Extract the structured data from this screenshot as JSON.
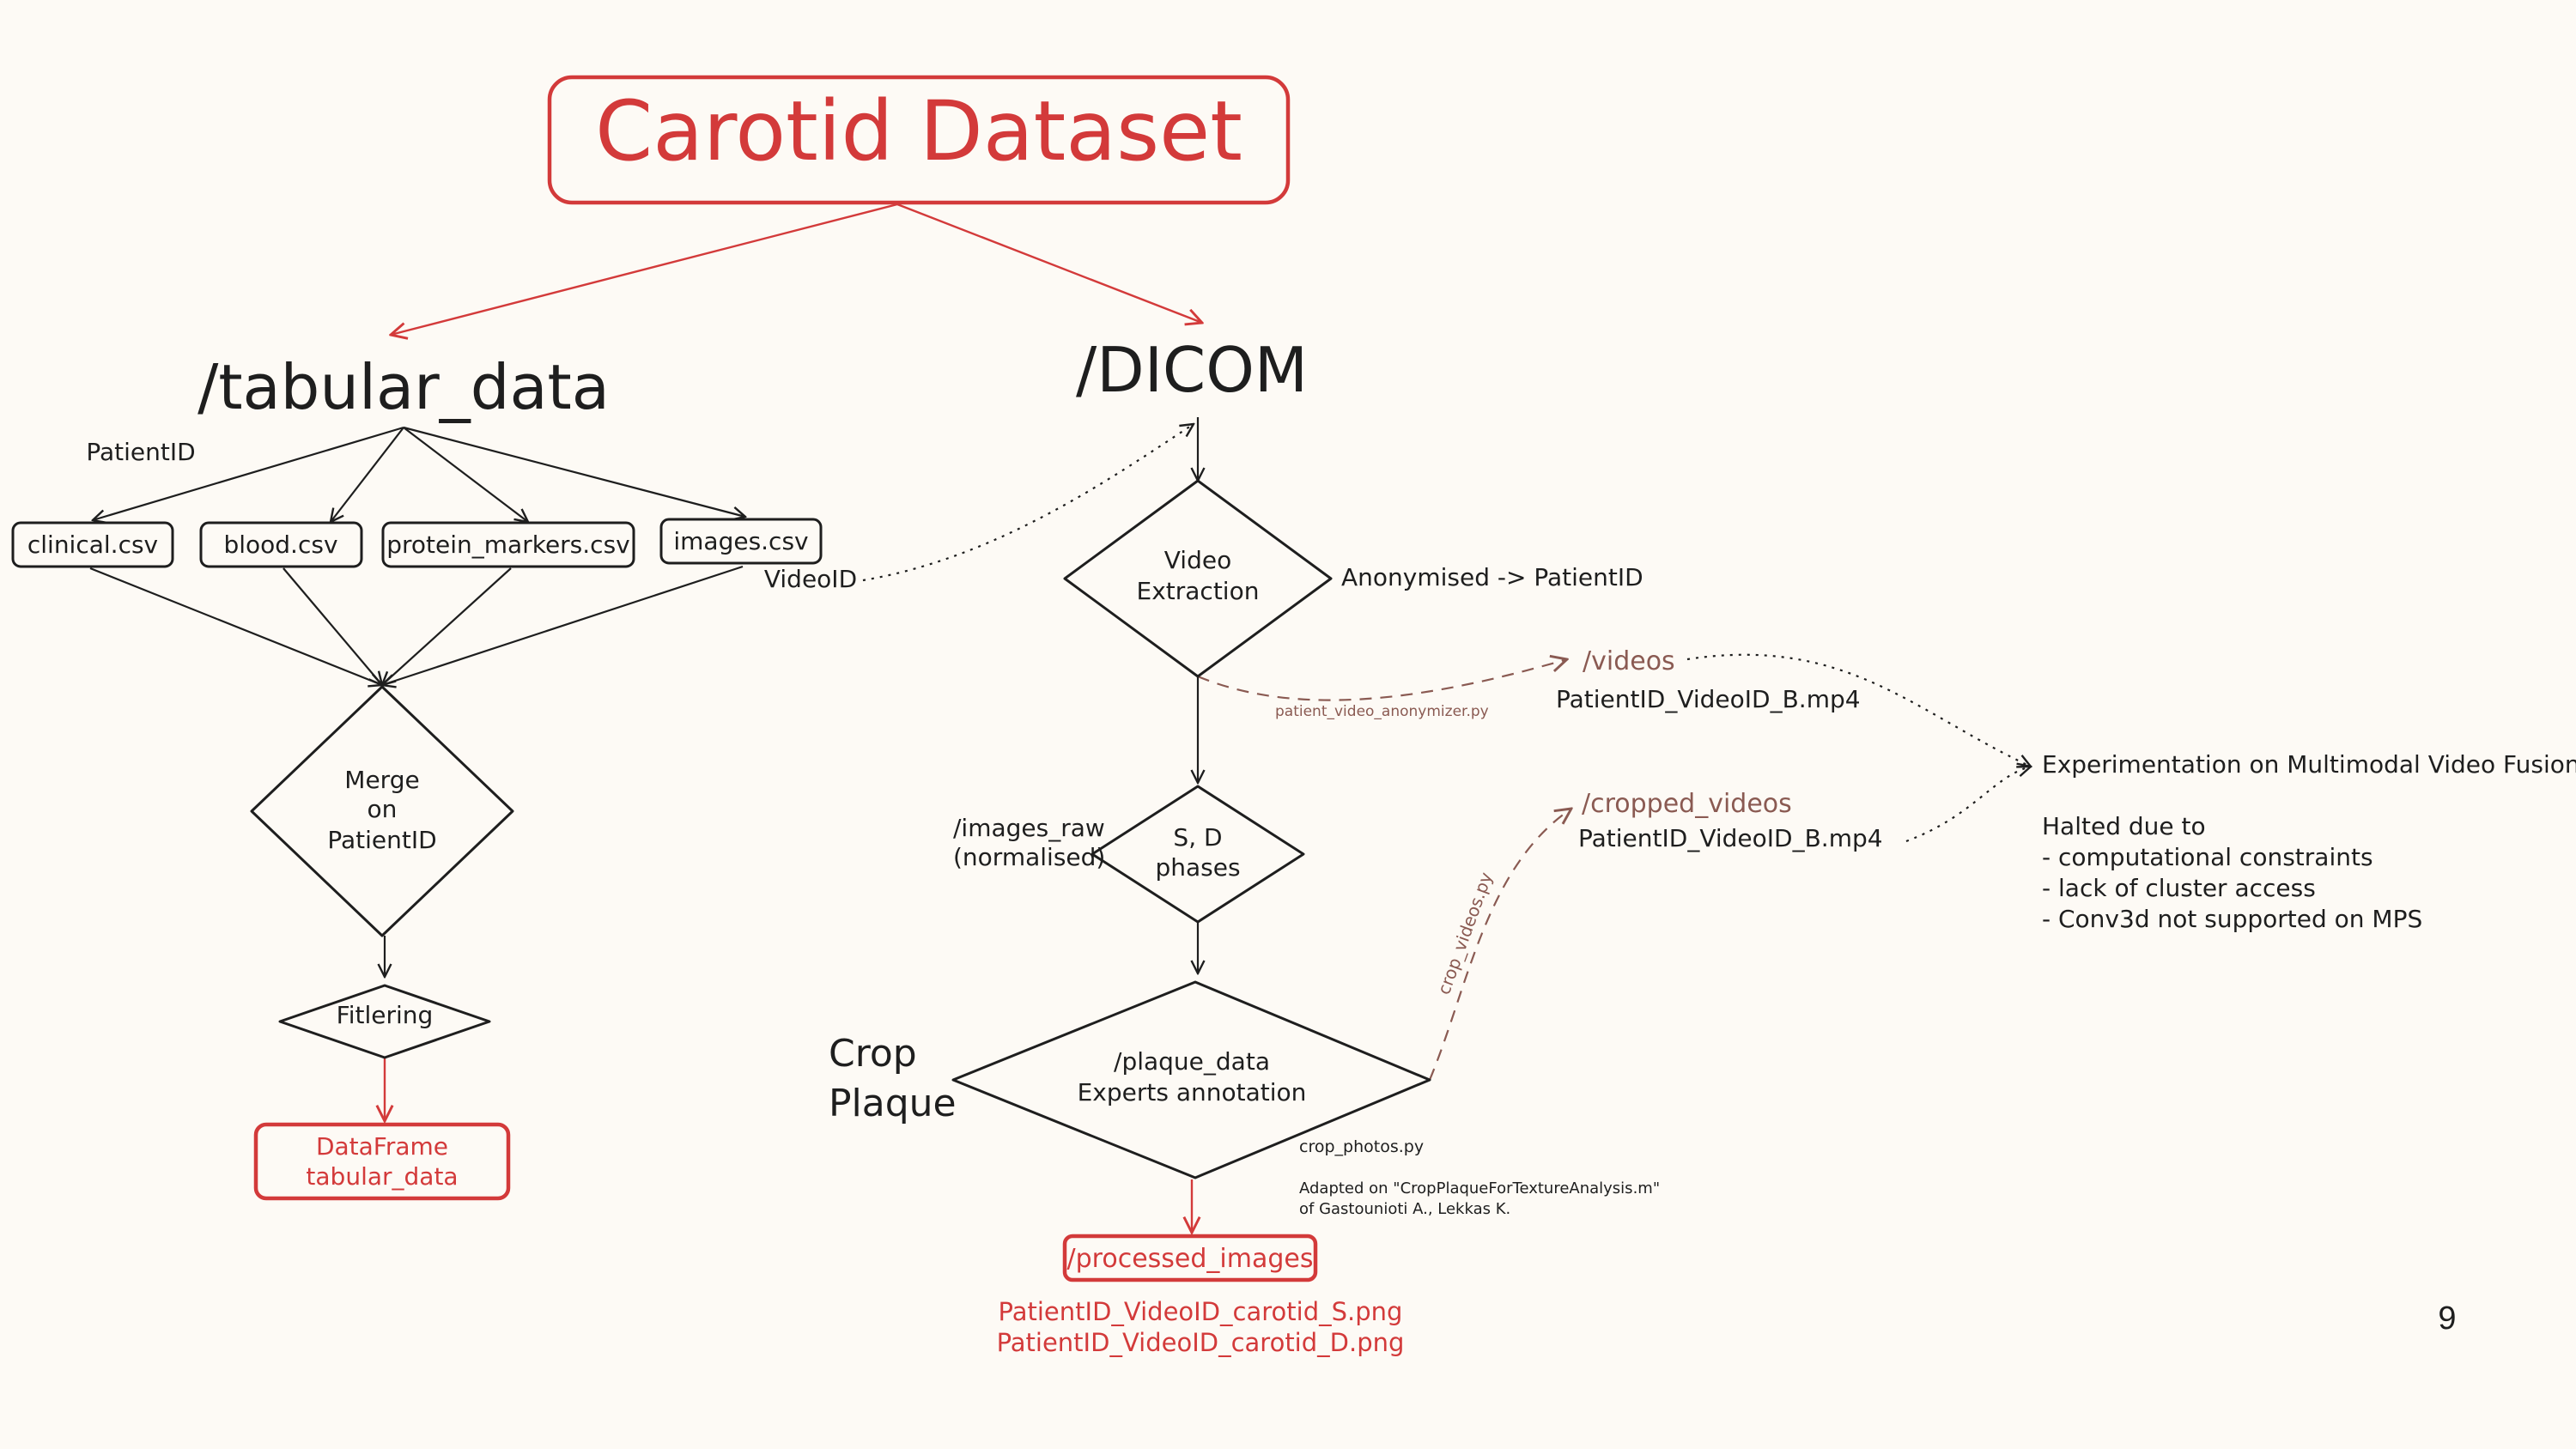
{
  "title": "Carotid Dataset",
  "tabular": {
    "heading": "/tabular_data",
    "key_label": "PatientID",
    "files": [
      "clinical.csv",
      "blood.csv",
      "protein_markers.csv",
      "images.csv"
    ],
    "link_label": "VideoID",
    "merge": [
      "Merge",
      "on",
      "PatientID"
    ],
    "filter": "Fitlering",
    "output": [
      "DataFrame",
      "tabular_data"
    ]
  },
  "dicom": {
    "heading": "/DICOM",
    "extraction": [
      "Video",
      "Extraction"
    ],
    "anonymised": "Anonymised -> PatientID",
    "anonymizer_script": "patient_video_anonymizer.py",
    "videos_folder": "/videos",
    "videos_file": "PatientID_VideoID_B.mp4",
    "phases": [
      "S, D",
      "phases"
    ],
    "images_raw": [
      "/images_raw",
      "(normalised)"
    ],
    "cropped_folder": "/cropped_videos",
    "cropped_file": "PatientID_VideoID_B.mp4",
    "crop_videos_script": "crop_videos.py",
    "crop_plaque": [
      "Crop",
      "Plaque"
    ],
    "plaque": [
      "/plaque_data",
      "Experts annotation"
    ],
    "crop_photos_script": "crop_photos.py",
    "adapted_note": [
      "Adapted on \"CropPlaqueForTextureAnalysis.m\"",
      "of Gastounioti A., Lekkas K."
    ],
    "processed_folder": "/processed_images",
    "processed_files": [
      "PatientID_VideoID_carotid_S.png",
      "PatientID_VideoID_carotid_D.png"
    ]
  },
  "fusion": {
    "heading": "Experimentation on Multimodal Video Fusion",
    "halted": "Halted due to",
    "reasons": [
      "- computational constraints",
      "- lack of cluster access",
      "- Conv3d not supported on MPS"
    ]
  },
  "page_number": "9",
  "colors": {
    "accent_red": "#d33a3a",
    "ink": "#1e1e1e",
    "script_brown": "#8a5a52",
    "background": "#fdfaf5"
  }
}
